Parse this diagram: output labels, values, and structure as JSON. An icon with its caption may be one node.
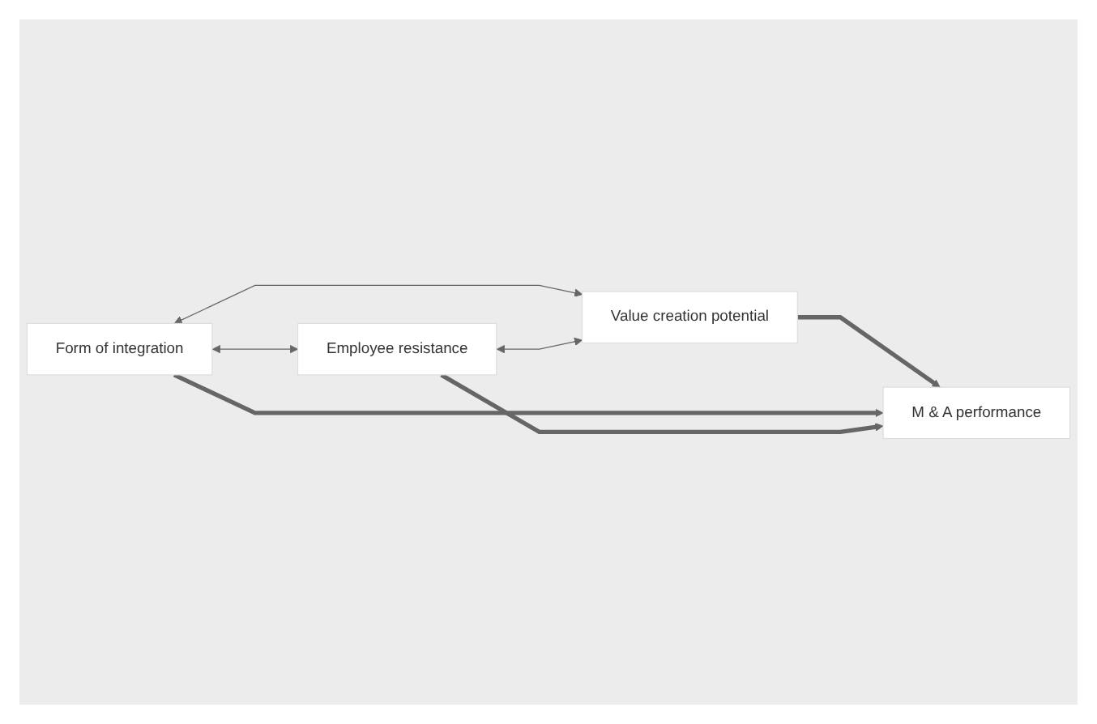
{
  "diagram": {
    "nodes": [
      {
        "text": [
          "Value creation potential"
        ]
      },
      {
        "text": [
          "M & A performance"
        ]
      },
      {
        "text": [
          "Form of integration"
        ]
      },
      {
        "text": [
          "Employee resistance"
        ]
      }
    ],
    "edges": [
      {
        "from": 0,
        "to": 1,
        "arrow": "to",
        "style": "thick"
      },
      {
        "from": 2,
        "to": 0,
        "arrow": "both"
      },
      {
        "from": 2,
        "to": 1,
        "arrow": "to",
        "style": "thick"
      },
      {
        "from": 3,
        "to": 1,
        "arrow": "to",
        "style": "thick"
      },
      {
        "from": 3,
        "to": 0,
        "arrow": "both"
      },
      {
        "from": 2,
        "to": 3,
        "arrow": "both"
      }
    ]
  }
}
